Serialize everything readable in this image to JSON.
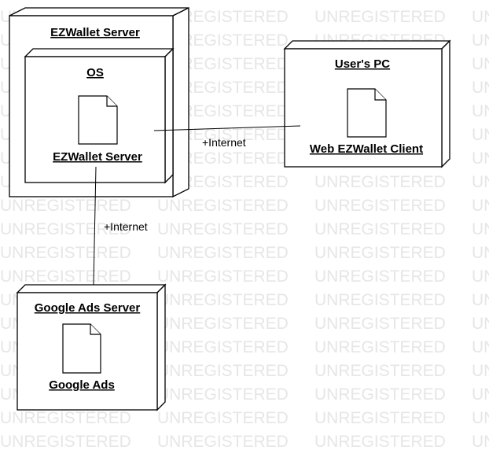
{
  "watermark": "UNREGISTERED",
  "nodes": {
    "ezwallet_server": {
      "label": "EZWallet Server",
      "os": {
        "label": "OS",
        "artifact": {
          "label": "EZWallet Server"
        }
      }
    },
    "users_pc": {
      "label": "User's PC",
      "artifact": {
        "label": "Web EZWallet Client"
      }
    },
    "google_ads_server": {
      "label": "Google Ads Server",
      "artifact": {
        "label": "Google Ads"
      }
    }
  },
  "connections": [
    {
      "label": "+Internet"
    },
    {
      "label": "+Internet"
    }
  ]
}
